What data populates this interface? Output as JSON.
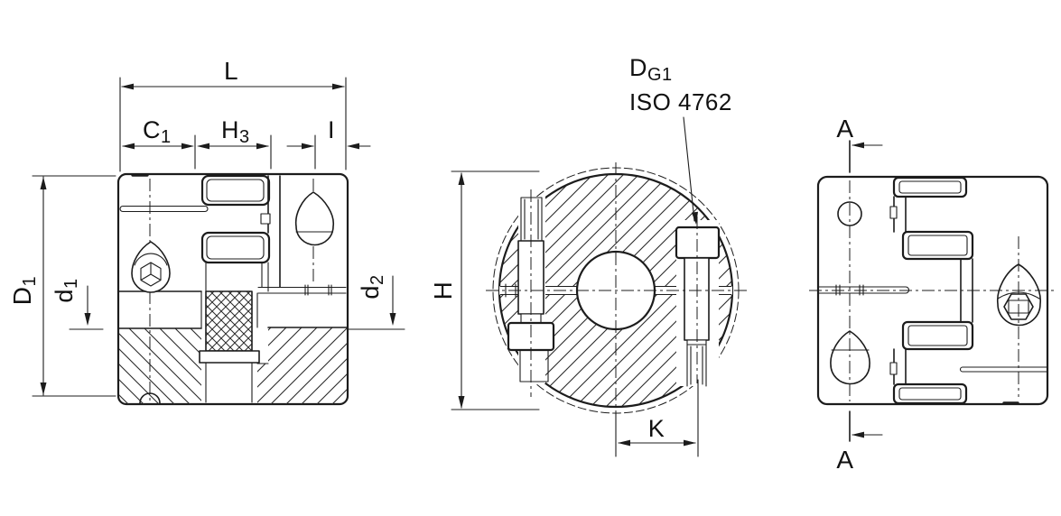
{
  "drawing": {
    "background": "#ffffff",
    "line_color": "#1c1c1c"
  },
  "labels": {
    "L": {
      "base": "L",
      "sub": ""
    },
    "C1": {
      "base": "C",
      "sub": "1"
    },
    "H3": {
      "base": "H",
      "sub": "3"
    },
    "I": {
      "base": "I",
      "sub": ""
    },
    "D1": {
      "base": "D",
      "sub": "1"
    },
    "d1": {
      "base": "d",
      "sub": "1"
    },
    "d2": {
      "base": "d",
      "sub": "2"
    },
    "H": {
      "base": "H",
      "sub": ""
    },
    "K": {
      "base": "K",
      "sub": ""
    },
    "A_top": "A",
    "A_bottom": "A",
    "screw_callout": {
      "base": "D",
      "sub": "G1",
      "standard": "ISO 4762"
    }
  }
}
